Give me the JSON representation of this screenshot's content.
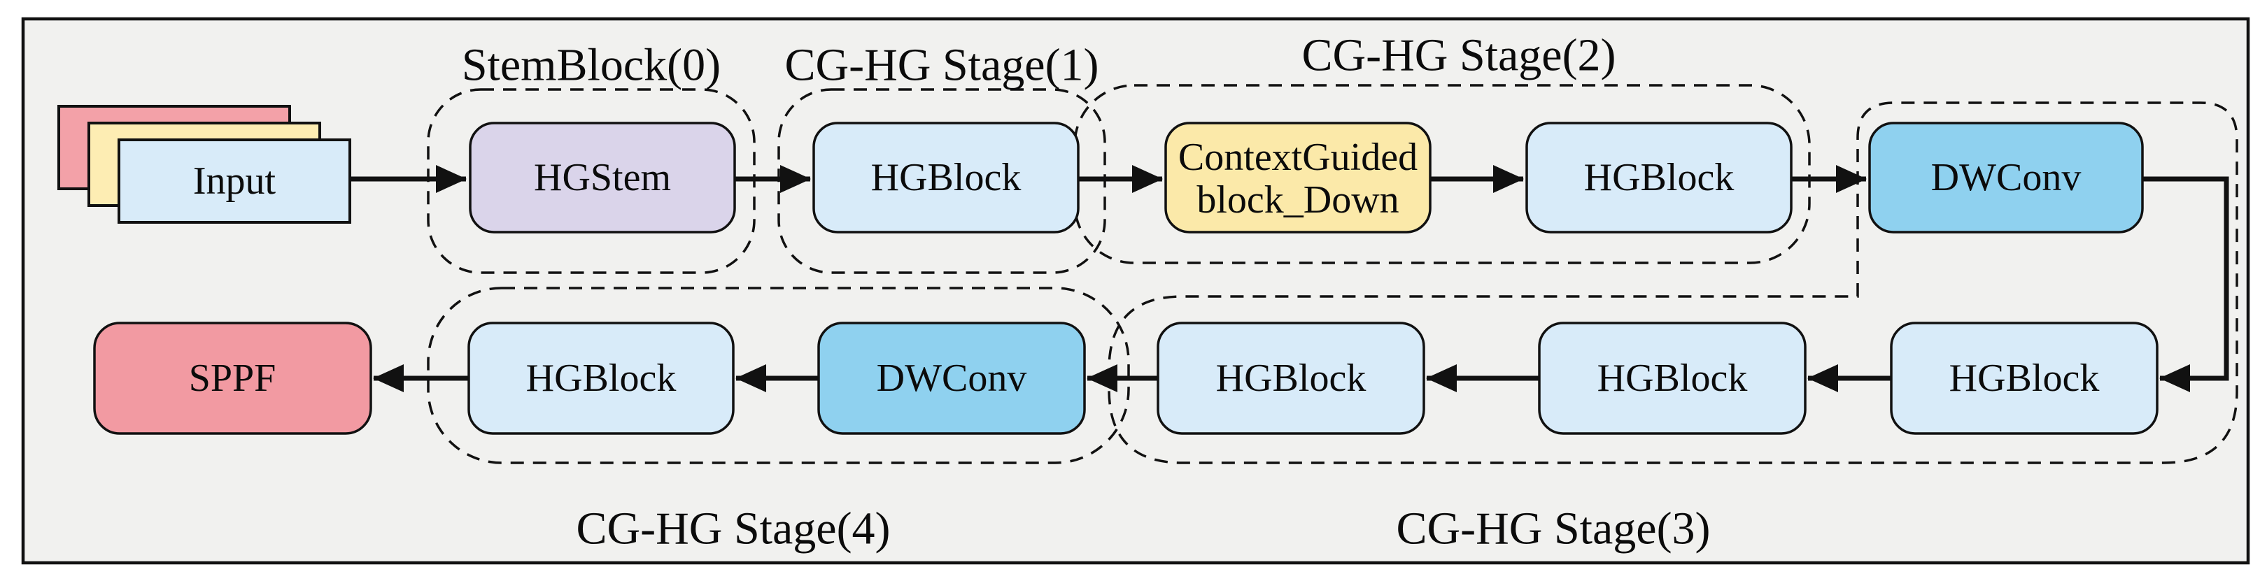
{
  "diagram": {
    "blocks": {
      "input": "Input",
      "hgstem": "HGStem",
      "stage1_hgblock": "HGBlock",
      "context_guided_line1": "ContextGuided",
      "context_guided_line2": "block_Down",
      "stage2_hgblock": "HGBlock",
      "stage3_dwconv": "DWConv",
      "stage3_hgblock_1": "HGBlock",
      "stage3_hgblock_2": "HGBlock",
      "stage3_hgblock_3": "HGBlock",
      "stage4_dwconv": "DWConv",
      "stage4_hgblock": "HGBlock",
      "sppf": "SPPF"
    },
    "stage_labels": {
      "stem": "StemBlock(0)",
      "stage1": "CG-HG Stage(1)",
      "stage2": "CG-HG Stage(2)",
      "stage3": "CG-HG Stage(3)",
      "stage4": "CG-HG Stage(4)"
    },
    "colors": {
      "page_background": "#ffffff",
      "frame_background": "#f1f1ef",
      "frame_border": "#111111",
      "hgblock_fill": "#d8ebf9",
      "hgstem_fill": "#dad4ea",
      "context_guided_fill": "#fbe9a9",
      "dwconv_fill": "#8fd1ef",
      "sppf_fill": "#f29aa2",
      "input_front_fill": "#d8ebf9",
      "input_middle_fill": "#fdedb3",
      "input_back_fill": "#f3a1a8",
      "line_color": "#111111"
    }
  }
}
